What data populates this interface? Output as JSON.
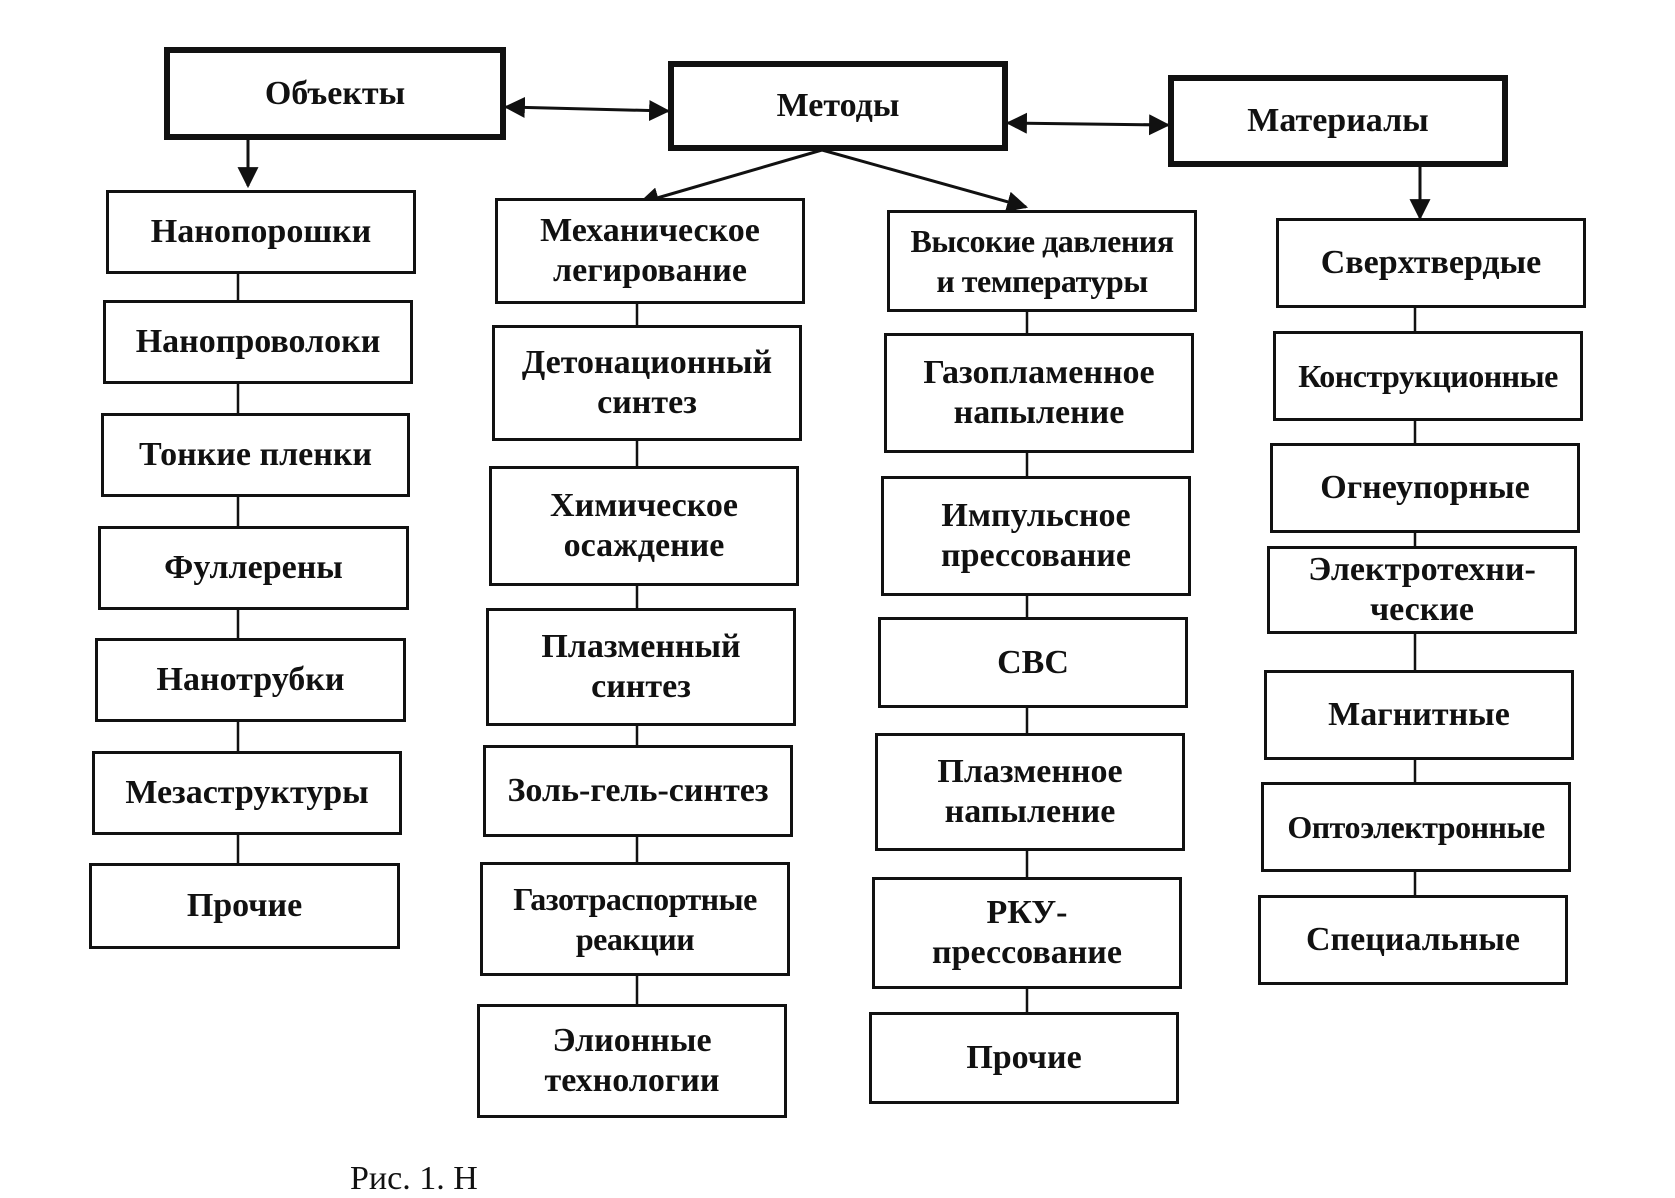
{
  "top": {
    "objects": "Объекты",
    "methods": "Методы",
    "materials": "Материалы"
  },
  "objects": [
    "Нанопорошки",
    "Нанопроволоки",
    "Тонкие пленки",
    "Фуллерены",
    "Нанотрубки",
    "Мезаструктуры",
    "Прочие"
  ],
  "methods_left": [
    "Механическое\nлегирование",
    "Детонационный\nсинтез",
    "Химическое\nосаждение",
    "Плазменный\nсинтез",
    "Золь-гель-синтез",
    "Газотраспортные\nреакции",
    "Элионные\nтехнологии"
  ],
  "methods_right": [
    "Высокие давления\nи температуры",
    "Газопламенное\nнапыление",
    "Импульсное\nпрессование",
    "СВС",
    "Плазменное\nнапыление",
    "РКУ-\nпрессование",
    "Прочие"
  ],
  "materials": [
    "Сверхтвердые",
    "Конструкционные",
    "Огнеупорные",
    "Электротехни-\nческие",
    "Магнитные",
    "Оптоэлектронные",
    "Специальные"
  ],
  "caption": "Рис. 1. Н"
}
